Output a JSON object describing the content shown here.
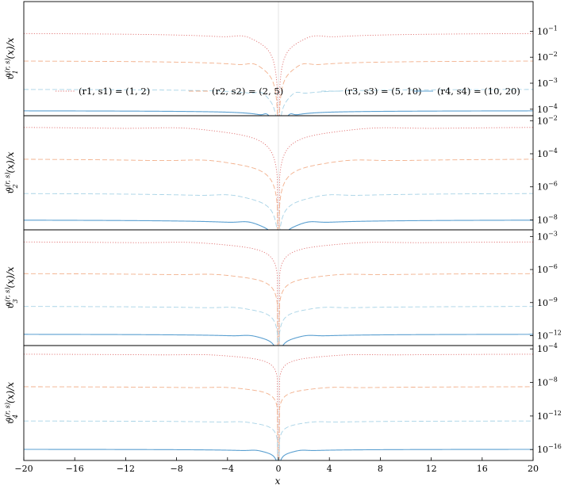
{
  "chart_data": {
    "type": "line",
    "x_label": "x",
    "x_range": [
      -20,
      20
    ],
    "x_ticks": [
      -20,
      -16,
      -12,
      -8,
      -4,
      0,
      4,
      8,
      12,
      16,
      20
    ],
    "x_tick_labels": [
      "−20",
      "−16",
      "−12",
      "−8",
      "−4",
      "0",
      "4",
      "8",
      "12",
      "16",
      "20"
    ],
    "y_scale": "log",
    "y_axis_side": "right",
    "grid": false,
    "legend": {
      "placement": "inside-top-panel-bottom",
      "entries": [
        {
          "label": "(r1, s1) = (1, 2)",
          "color": "#e07070",
          "style": "dotted"
        },
        {
          "label": "(r2, s2) = (2, 5)",
          "color": "#f2b08c",
          "style": "dashed"
        },
        {
          "label": "(r3, s3) = (5, 10)",
          "color": "#a8d3e6",
          "style": "dashed"
        },
        {
          "label": "(r4, s4) = (10, 20)",
          "color": "#5a9fd0",
          "style": "solid"
        }
      ]
    },
    "series_style": [
      {
        "color": "#e07070",
        "dash": "1.2 2"
      },
      {
        "color": "#f2b08c",
        "dash": "6 3"
      },
      {
        "color": "#a8d3e6",
        "dash": "6 3"
      },
      {
        "color": "#5a9fd0",
        "dash": ""
      }
    ],
    "panels": [
      {
        "ylabel_main": "ϑ",
        "ylabel_sub": "1",
        "ylabel_sup": "(r, s)",
        "ylabel_tail": "(x)/x",
        "ylim_exp": [
          -4.25,
          0.14
        ],
        "y_ticks_exp": [
          -1,
          -2,
          -3,
          -4
        ],
        "y_tick_labels": [
          {
            "base": "10",
            "exp": "−1"
          },
          {
            "base": "10",
            "exp": "−2"
          },
          {
            "base": "10",
            "exp": "−3"
          },
          {
            "base": "10",
            "exp": "−4"
          }
        ],
        "plateau_exp": [
          -1.05,
          -2.12,
          -3.22,
          -4.05
        ],
        "dip_width": [
          0.85,
          0.6,
          0.42,
          0.28
        ],
        "shape": [
          [
            0,
            0
          ],
          [
            -0.25,
            0.1
          ],
          [
            -0.6,
            0.2
          ],
          [
            -1.0,
            -0.05
          ],
          [
            -1.3,
            0.18
          ]
        ]
      },
      {
        "ylabel_main": "ϑ",
        "ylabel_sub": "2",
        "ylabel_sup": "(r, s)",
        "ylabel_tail": "(x)/x",
        "ylim_exp": [
          -8.6,
          -1.7
        ],
        "y_ticks_exp": [
          -2,
          -4,
          -6,
          -8
        ],
        "y_tick_labels": [
          {
            "base": "10",
            "exp": "−2"
          },
          {
            "base": "10",
            "exp": "−4"
          },
          {
            "base": "10",
            "exp": "−6"
          },
          {
            "base": "10",
            "exp": "−8"
          }
        ],
        "plateau_exp": [
          -2.3,
          -4.25,
          -6.35,
          -7.98
        ],
        "dip_width": [
          2.4,
          1.8,
          1.2,
          0.75
        ],
        "shape": [
          [
            0,
            0
          ],
          [
            -0.4,
            0.15
          ],
          [
            -1.2,
            0.3
          ],
          [
            -2.2,
            -0.1
          ],
          [
            -3.5,
            0.3
          ]
        ]
      },
      {
        "ylabel_main": "ϑ",
        "ylabel_sub": "3",
        "ylabel_sup": "(r, s)",
        "ylabel_tail": "(x)/x",
        "ylim_exp": [
          -12.9,
          -2.4
        ],
        "y_ticks_exp": [
          -3,
          -6,
          -9,
          -12
        ],
        "y_tick_labels": [
          {
            "base": "10",
            "exp": "−3"
          },
          {
            "base": "10",
            "exp": "−6"
          },
          {
            "base": "10",
            "exp": "−9"
          },
          {
            "base": "10",
            "exp": "−12"
          }
        ],
        "plateau_exp": [
          -3.4,
          -6.3,
          -9.3,
          -11.85
        ],
        "dip_width": [
          2.2,
          1.6,
          1.1,
          0.7
        ],
        "shape": [
          [
            0,
            0
          ],
          [
            -0.6,
            0.2
          ],
          [
            -1.8,
            0.4
          ],
          [
            -3.2,
            -0.1
          ],
          [
            -5.0,
            0.4
          ]
        ]
      },
      {
        "ylabel_main": "ϑ",
        "ylabel_sub": "4",
        "ylabel_sup": "(r, s)",
        "ylabel_tail": "(x)/x",
        "ylim_exp": [
          -17.3,
          -3.6
        ],
        "y_ticks_exp": [
          -4,
          -8,
          -12,
          -16
        ],
        "y_tick_labels": [
          {
            "base": "10",
            "exp": "−4"
          },
          {
            "base": "10",
            "exp": "−8"
          },
          {
            "base": "10",
            "exp": "−12"
          },
          {
            "base": "10",
            "exp": "−16"
          }
        ],
        "plateau_exp": [
          -4.55,
          -8.45,
          -12.55,
          -15.95
        ],
        "dip_width": [
          1.8,
          1.3,
          0.9,
          0.55
        ],
        "shape": [
          [
            0,
            0
          ],
          [
            -0.8,
            0.3
          ],
          [
            -2.4,
            0.5
          ],
          [
            -4.3,
            -0.1
          ],
          [
            -6.5,
            0.5
          ]
        ]
      }
    ]
  }
}
